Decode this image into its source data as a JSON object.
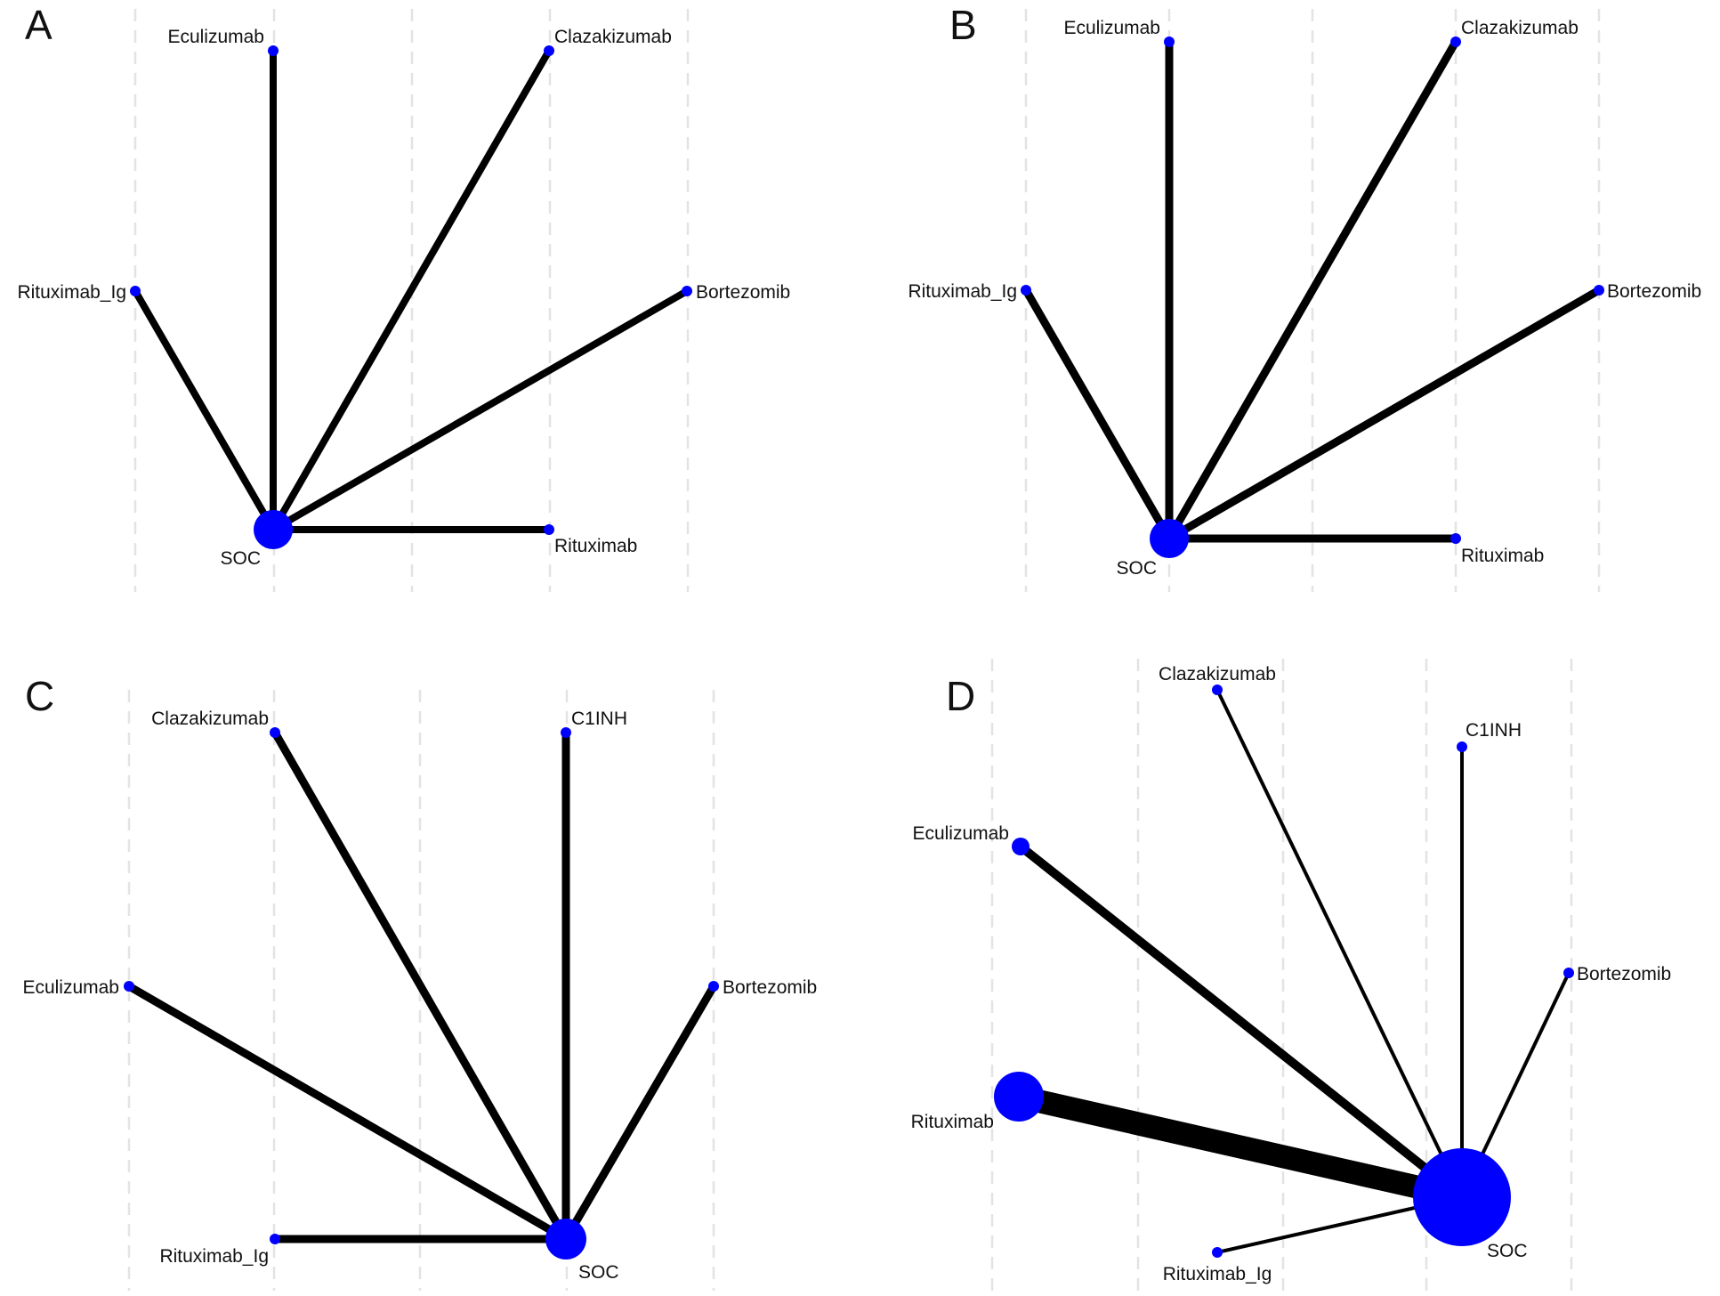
{
  "colors": {
    "node": "#0000ff",
    "edge": "#000000",
    "grid": "#e3e3e3",
    "background": "#ffffff"
  },
  "panels": [
    {
      "letter": "A",
      "nodes": [
        {
          "id": "eculizumab",
          "label": "Eculizumab"
        },
        {
          "id": "clazakizumab",
          "label": "Clazakizumab"
        },
        {
          "id": "rituximab-ig",
          "label": "Rituximab_Ig"
        },
        {
          "id": "bortezomib",
          "label": "Bortezomib"
        },
        {
          "id": "soc",
          "label": "SOC"
        },
        {
          "id": "rituximab",
          "label": "Rituximab"
        }
      ],
      "edges": [
        {
          "from": "soc",
          "to": "eculizumab"
        },
        {
          "from": "soc",
          "to": "clazakizumab"
        },
        {
          "from": "soc",
          "to": "rituximab-ig"
        },
        {
          "from": "soc",
          "to": "bortezomib"
        },
        {
          "from": "soc",
          "to": "rituximab"
        }
      ]
    },
    {
      "letter": "B",
      "nodes": [
        {
          "id": "eculizumab",
          "label": "Eculizumab"
        },
        {
          "id": "clazakizumab",
          "label": "Clazakizumab"
        },
        {
          "id": "rituximab-ig",
          "label": "Rituximab_Ig"
        },
        {
          "id": "bortezomib",
          "label": "Bortezomib"
        },
        {
          "id": "soc",
          "label": "SOC"
        },
        {
          "id": "rituximab",
          "label": "Rituximab"
        }
      ],
      "edges": [
        {
          "from": "soc",
          "to": "eculizumab"
        },
        {
          "from": "soc",
          "to": "clazakizumab"
        },
        {
          "from": "soc",
          "to": "rituximab-ig"
        },
        {
          "from": "soc",
          "to": "bortezomib"
        },
        {
          "from": "soc",
          "to": "rituximab"
        }
      ]
    },
    {
      "letter": "C",
      "nodes": [
        {
          "id": "clazakizumab",
          "label": "Clazakizumab"
        },
        {
          "id": "c1inh",
          "label": "C1INH"
        },
        {
          "id": "eculizumab",
          "label": "Eculizumab"
        },
        {
          "id": "bortezomib",
          "label": "Bortezomib"
        },
        {
          "id": "rituximab-ig",
          "label": "Rituximab_Ig"
        },
        {
          "id": "soc",
          "label": "SOC"
        }
      ],
      "edges": [
        {
          "from": "soc",
          "to": "clazakizumab"
        },
        {
          "from": "soc",
          "to": "c1inh"
        },
        {
          "from": "soc",
          "to": "eculizumab"
        },
        {
          "from": "soc",
          "to": "bortezomib"
        },
        {
          "from": "soc",
          "to": "rituximab-ig"
        }
      ]
    },
    {
      "letter": "D",
      "nodes": [
        {
          "id": "clazakizumab",
          "label": "Clazakizumab"
        },
        {
          "id": "c1inh",
          "label": "C1INH"
        },
        {
          "id": "eculizumab",
          "label": "Eculizumab"
        },
        {
          "id": "bortezomib",
          "label": "Bortezomib"
        },
        {
          "id": "rituximab",
          "label": "Rituximab"
        },
        {
          "id": "rituximab-ig",
          "label": "Rituximab_Ig"
        },
        {
          "id": "soc",
          "label": "SOC"
        }
      ],
      "edges": [
        {
          "from": "soc",
          "to": "rituximab"
        },
        {
          "from": "soc",
          "to": "eculizumab"
        },
        {
          "from": "soc",
          "to": "clazakizumab"
        },
        {
          "from": "soc",
          "to": "c1inh"
        },
        {
          "from": "soc",
          "to": "bortezomib"
        },
        {
          "from": "soc",
          "to": "rituximab-ig"
        }
      ]
    }
  ]
}
